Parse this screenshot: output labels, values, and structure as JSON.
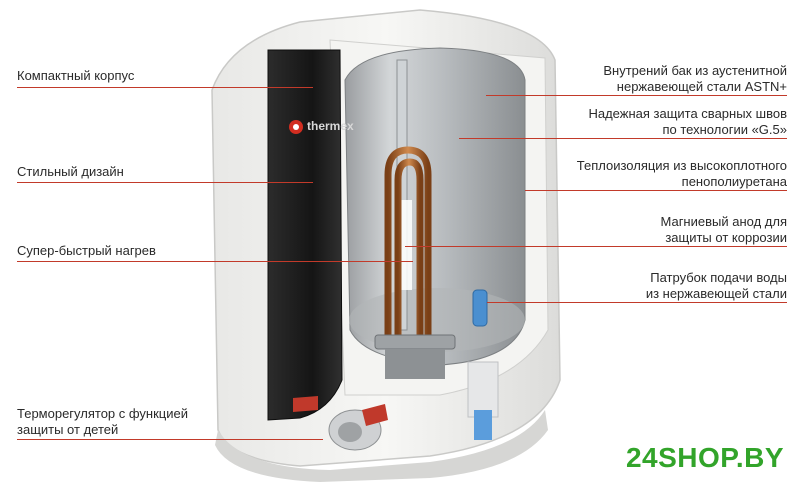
{
  "labels_left": [
    "Компактный корпус",
    "Стильный дизайн",
    "Супер-быстрый нагрев",
    "Терморегулятор с функцией\nзащиты от детей"
  ],
  "labels_right": [
    "Внутрений бак из аустенитной\nнержавеющей стали ASTN+",
    "Надежная защита сварных швов\nпо технологии «G.5»",
    "Теплоизоляция из высокоплотного\nпенополиуретана",
    "Магниевый анод для\nзащиты от коррозии",
    "Патрубок подачи воды\nиз нержавеющей стали"
  ],
  "logo_text": "thermex",
  "watermark": "24SHOP.BY",
  "colors": {
    "leader": "#c23a2a",
    "watermark": "#32a42a",
    "panel": "#1b1b1b",
    "copper": "#b8692f"
  }
}
